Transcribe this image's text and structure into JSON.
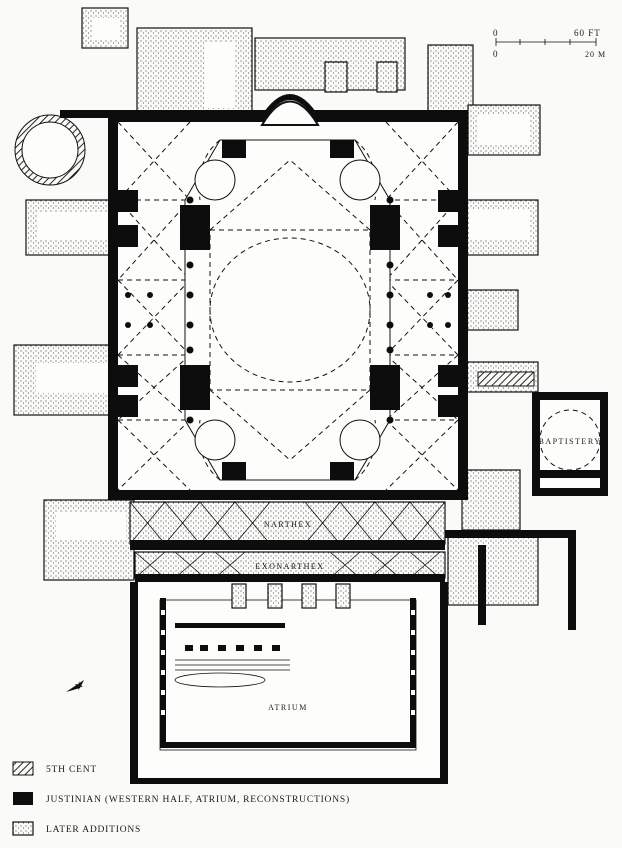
{
  "scale": {
    "feet_label": "60 FT",
    "feet_zero": "0",
    "meters_label": "20 M",
    "meters_zero": "0"
  },
  "rooms": {
    "narthex": "NARTHEX",
    "exonarthex": "EXONARTHEX",
    "atrium": "ATRIUM",
    "baptistery": "BAPTISTERY"
  },
  "north": {
    "label": "N"
  },
  "legend": {
    "items": [
      {
        "key": "fifth_century",
        "label": "5TH CENT",
        "swatch": "hatch"
      },
      {
        "key": "justinian",
        "label": "JUSTINIAN (WESTERN HALF, ATRIUM, RECONSTRUCTIONS)",
        "swatch": "solid"
      },
      {
        "key": "later",
        "label": "LATER ADDITIONS",
        "swatch": "stipple"
      }
    ]
  },
  "colors": {
    "ink": "#0d0d0d",
    "paper": "#fafaf8",
    "stipple_dot": "#222222"
  }
}
